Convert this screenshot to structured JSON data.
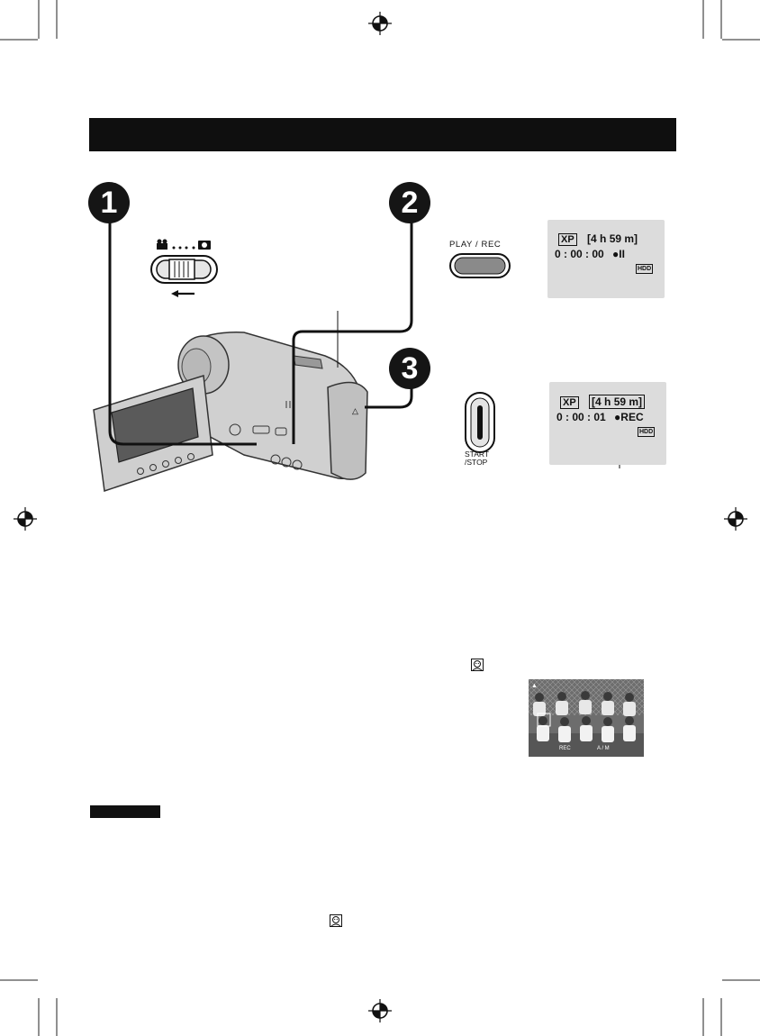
{
  "steps": {
    "one": "1",
    "two": "2",
    "three": "3"
  },
  "buttons": {
    "play_rec_label": "PLAY / REC",
    "start_stop_line1": "START",
    "start_stop_line2": "/STOP"
  },
  "display_standby": {
    "quality": "XP",
    "remaining": "[4 h 59 m]",
    "timecode": "0 : 00 : 00",
    "status": "●II",
    "media": "HDD"
  },
  "display_recording": {
    "quality": "XP",
    "remaining": "[4 h 59 m]",
    "timecode": "0 : 00 : 01",
    "status": "●REC",
    "media": "HDD"
  },
  "photo_overlay": {
    "rec": "REC",
    "mode": "A / M"
  },
  "icons": {
    "face_detect": "face-detection-icon",
    "registration_mark": "crosshair-registration-icon",
    "mode_switch": "video-still-mode-switch"
  }
}
